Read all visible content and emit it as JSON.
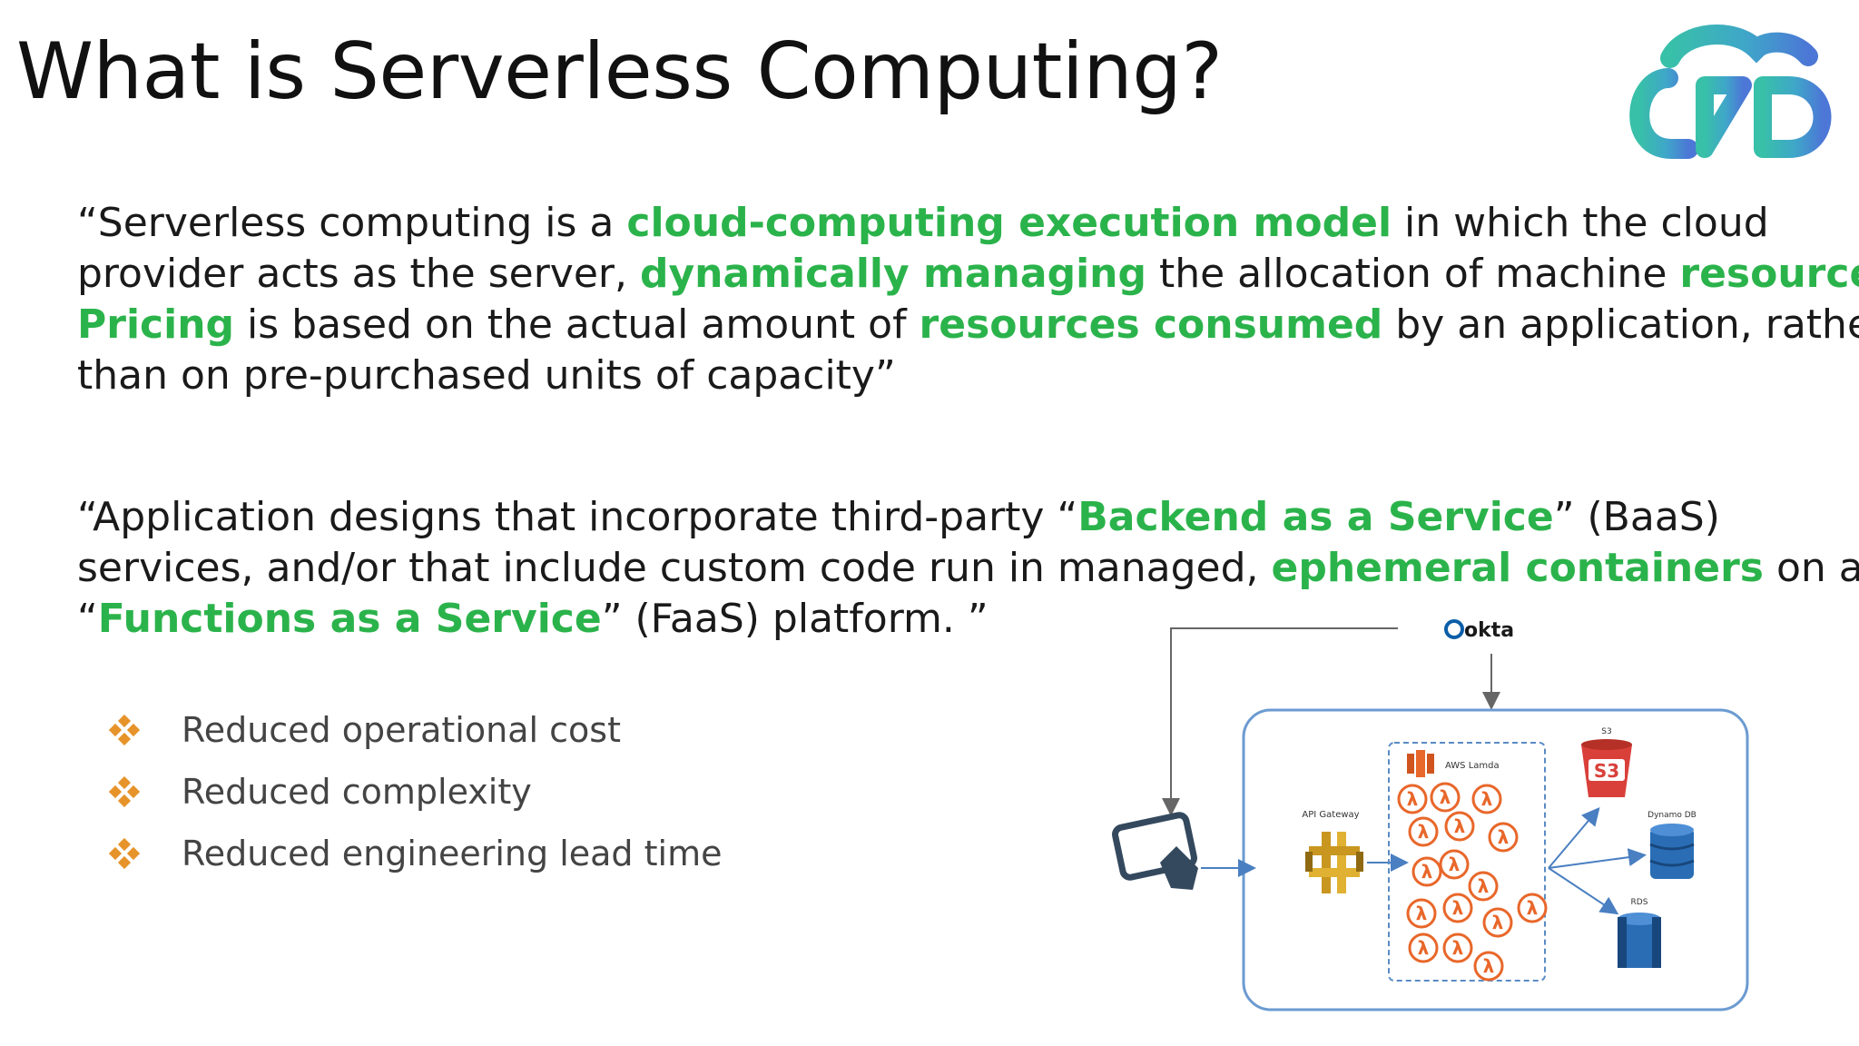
{
  "slide": {
    "title": "What is Serverless Computing?",
    "colors": {
      "highlight": "#2bb34b",
      "bullet": "#e6932a",
      "diagram_border": "#6b9bd1",
      "logo_teal": "#35b8b0",
      "logo_blue": "#4a7fd4"
    }
  },
  "paragraph1": {
    "l1_a": "“Serverless computing is a ",
    "l1_hl": "cloud-computing execution model",
    "l1_b": " in which the cloud",
    "l2_a": "provider acts as the server, ",
    "l2_hl1": "dynamically managing",
    "l2_b": " the allocation of machine ",
    "l2_hl2": "resources",
    "l2_c": ".",
    "l3_hl1": "Pricing",
    "l3_a": " is based on the actual amount of ",
    "l3_hl2": "resources consumed",
    "l3_b": " by an application, rather",
    "l4": "than on pre-purchased units of capacity”"
  },
  "paragraph2": {
    "l1_a": "“Application designs that incorporate third-party “",
    "l1_hl": "Backend as a Service",
    "l1_b": "” (BaaS)",
    "l2_a": "services, and/or that include custom code run in managed, ",
    "l2_hl": "ephemeral containers",
    "l2_b": " on a",
    "l3_a": "“",
    "l3_hl": "Functions as a Service",
    "l3_b": "” (FaaS) platform. ”"
  },
  "bullets": [
    {
      "text": "Reduced operational cost",
      "icon": "diamond-bullet-icon"
    },
    {
      "text": "Reduced complexity",
      "icon": "diamond-bullet-icon"
    },
    {
      "text": "Reduced engineering lead time",
      "icon": "diamond-bullet-icon"
    }
  ],
  "diagram": {
    "okta_label": "okta",
    "api_gateway_label": "API Gateway",
    "lambda_label": "AWS Lamda",
    "s3_label": "S3",
    "s3_badge": "S3",
    "dynamo_label": "Dynamo DB",
    "rds_label": "RDS",
    "lambda_symbol": "λ",
    "icons": [
      "tablet-touch-icon",
      "api-gateway-icon",
      "aws-lambda-icon",
      "s3-bucket-icon",
      "dynamodb-icon",
      "rds-icon",
      "okta-icon"
    ]
  }
}
